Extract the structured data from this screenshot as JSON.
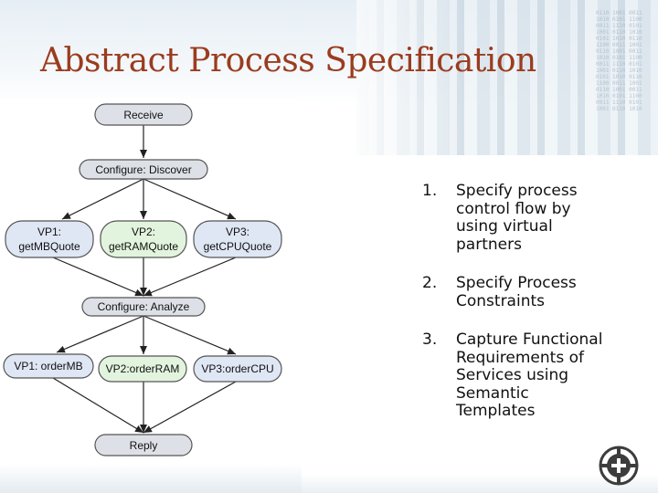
{
  "slide": {
    "title": "Abstract Process Specification"
  },
  "diagram": {
    "nodes": [
      {
        "id": "receive",
        "label": "Receive",
        "fill": "#dde1e7"
      },
      {
        "id": "discover",
        "label": "Configure: Discover",
        "fill": "#dde1e7"
      },
      {
        "id": "vp1",
        "lines": [
          "VP1:",
          "getMBQuote"
        ],
        "fill": "#dfe6f4"
      },
      {
        "id": "vp2",
        "lines": [
          "VP2:",
          "getRAMQuote"
        ],
        "fill": "#e2f4de"
      },
      {
        "id": "vp3",
        "lines": [
          "VP3:",
          "getCPUQuote"
        ],
        "fill": "#dfe6f4"
      },
      {
        "id": "analyze",
        "label": "Configure: Analyze",
        "fill": "#dde1e7"
      },
      {
        "id": "order1",
        "label": "VP1: orderMB",
        "fill": "#dfe6f4"
      },
      {
        "id": "order2",
        "label": "VP2:orderRAM",
        "fill": "#e2f4de"
      },
      {
        "id": "order3",
        "label": "VP3:orderCPU",
        "fill": "#dfe6f4"
      },
      {
        "id": "reply",
        "label": "Reply",
        "fill": "#dde1e7"
      }
    ]
  },
  "steps": [
    {
      "num": "1.",
      "lines": [
        "Specify process",
        "control flow by",
        "using virtual",
        "partners"
      ]
    },
    {
      "num": "2.",
      "lines": [
        "Specify Process",
        "Constraints"
      ]
    },
    {
      "num": "3.",
      "lines": [
        "Capture Functional",
        "Requirements of",
        "Services using",
        "Semantic",
        "Templates"
      ]
    }
  ],
  "colors": {
    "title": "#9b3c1e",
    "node_stroke": "#555555",
    "edge": "#222222",
    "logo": "#3c3c3c"
  },
  "icons": {
    "logo": "compass-wheel-logo"
  }
}
